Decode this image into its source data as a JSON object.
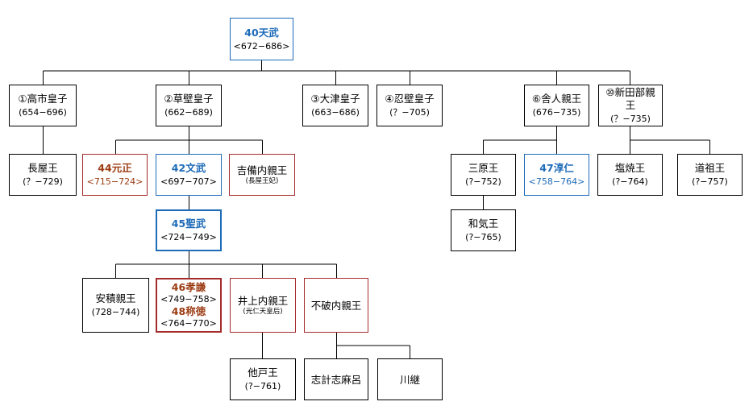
{
  "nodes": {
    "tenmu": {
      "name": "40天武",
      "dates": "<672−686>"
    },
    "takechi": {
      "name": "①高市皇子",
      "dates": "(654−696)"
    },
    "kusakabe": {
      "name": "②草壁皇子",
      "dates": "(662−689)"
    },
    "otsu": {
      "name": "③大津皇子",
      "dates": "(663−686)"
    },
    "osakabe": {
      "name": "④忍壁皇子",
      "dates": "(？−705)"
    },
    "toneri": {
      "name": "⑥舎人親王",
      "dates": "(676−735)"
    },
    "niitabe": {
      "name": "⑩新田部親王",
      "dates": "(？−735)"
    },
    "nagaya": {
      "name": "長屋王",
      "dates": "(？−729)"
    },
    "gensho": {
      "name": "44元正",
      "dates": "<715−724>"
    },
    "monmu": {
      "name": "42文武",
      "dates": "<697−707>"
    },
    "kibi": {
      "name": "吉備内親王",
      "note": "(長屋王妃)"
    },
    "mihara": {
      "name": "三原王",
      "dates": "(?−752)"
    },
    "junnin": {
      "name": "47淳仁",
      "dates": "<758−764>"
    },
    "shioyaki": {
      "name": "塩焼王",
      "dates": "(?−764)"
    },
    "funado": {
      "name": "道祖王",
      "dates": "(?−757)"
    },
    "wake": {
      "name": "和気王",
      "dates": "(?−765)"
    },
    "shomu": {
      "name": "45聖武",
      "dates": "<724−749>"
    },
    "asaka": {
      "name": "安積親王",
      "dates": "(728−744)"
    },
    "koken": {
      "name": "46孝謙",
      "dates": "<749−758>",
      "name2": "48称徳",
      "dates2": "<764−770>"
    },
    "inoue": {
      "name": "井上内親王",
      "note": "(光仁天皇后)"
    },
    "fuwa": {
      "name": "不破内親王"
    },
    "osabe": {
      "name": "他戸王",
      "dates": "(?−761)"
    },
    "shikeshimaro": {
      "name": "志計志麻呂"
    },
    "kawatsugu": {
      "name": "川継"
    }
  },
  "colors": {
    "male_emperor": "#1E6BB8",
    "female_emperor": "#9B3B12",
    "princess_border": "#A52A2A",
    "line": "#000000"
  }
}
